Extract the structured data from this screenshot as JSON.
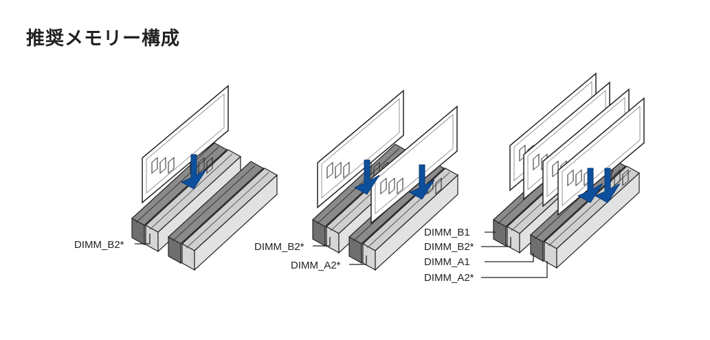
{
  "title": "推奨メモリー構成",
  "colors": {
    "arrow": "#0d4f9c",
    "slot_dark": "#8a8a8a",
    "slot_light": "#d6d6d6",
    "outline": "#222222"
  },
  "configurations": [
    {
      "modules": 1,
      "labels": [
        "DIMM_B2*"
      ]
    },
    {
      "modules": 2,
      "labels": [
        "DIMM_B2*",
        "DIMM_A2*"
      ]
    },
    {
      "modules": 4,
      "labels": [
        "DIMM_B1",
        "DIMM_B2*",
        "DIMM_A1",
        "DIMM_A2*"
      ]
    }
  ]
}
